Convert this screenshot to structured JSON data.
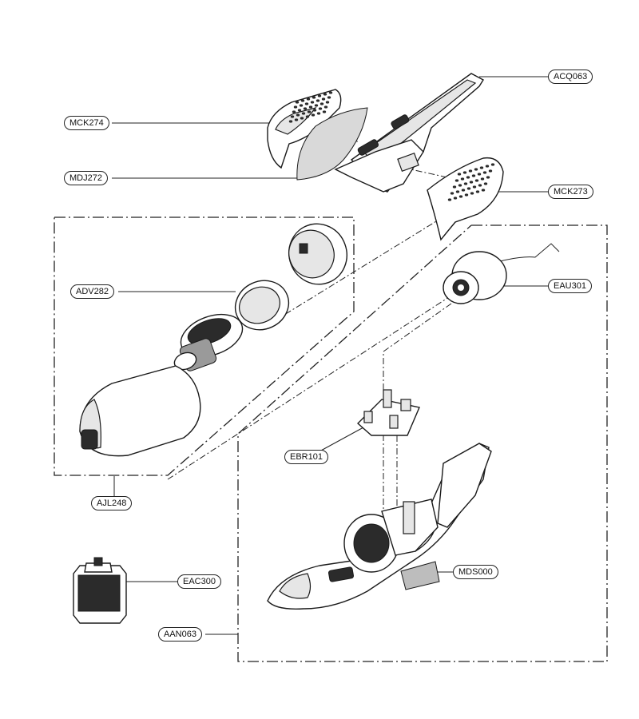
{
  "labels": {
    "acq063": "ACQ063",
    "mck274": "MCK274",
    "mdj272": "MDJ272",
    "mck273": "MCK273",
    "adv282": "ADV282",
    "eau301": "EAU301",
    "ebr101": "EBR101",
    "ajl248": "AJL248",
    "mds000": "MDS000",
    "eac300": "EAC300",
    "aan063": "AAN063"
  }
}
